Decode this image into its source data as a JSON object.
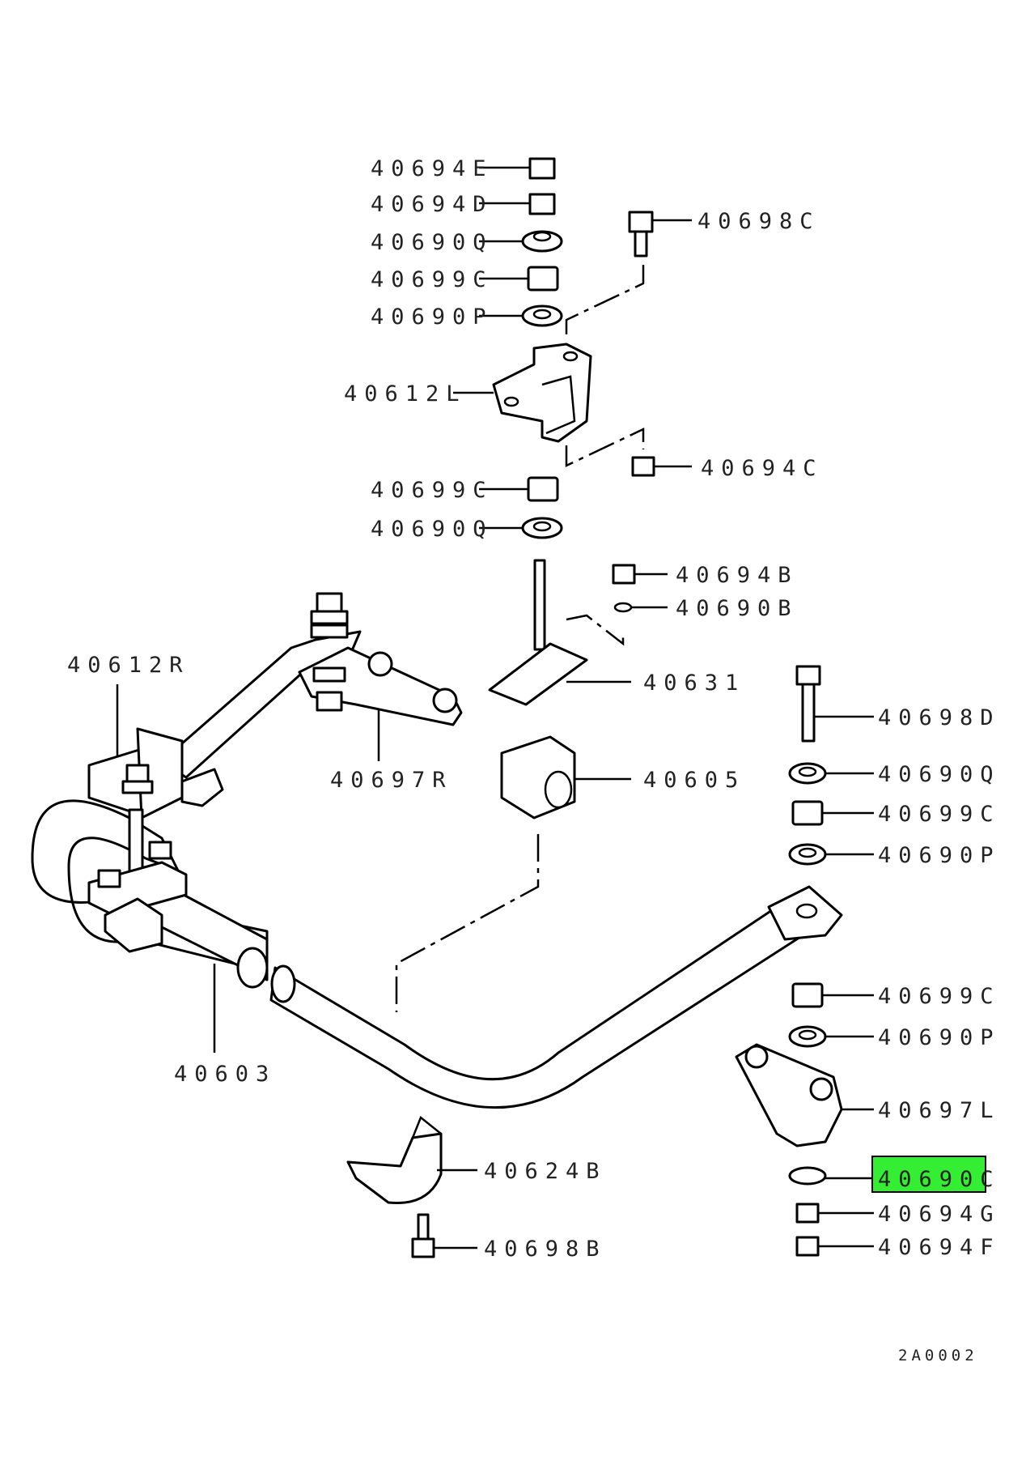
{
  "labels": {
    "l0": "40694E",
    "l1": "40694D",
    "l2": "40690Q",
    "l3": "40699C",
    "l4": "40690P",
    "l5": "40698C",
    "l6": "40612L",
    "l7": "40694C",
    "l8": "40699C",
    "l9": "40690Q",
    "l10": "40694B",
    "l11": "40690B",
    "l12": "40612R",
    "l13": "40631",
    "l14": "40697R",
    "l15": "40605",
    "l16": "40698D",
    "l17": "40690Q",
    "l18": "40699C",
    "l19": "40690P",
    "l20": "40699C",
    "l21": "40690P",
    "l22": "40697L",
    "l23": "40603",
    "l24": "40624B",
    "l25": "40690C",
    "l26": "40694G",
    "l27": "40698B",
    "l28": "40694F"
  },
  "highlighted_part": "40690C",
  "highlight_color": "#33ee33",
  "reference": "2A0002"
}
